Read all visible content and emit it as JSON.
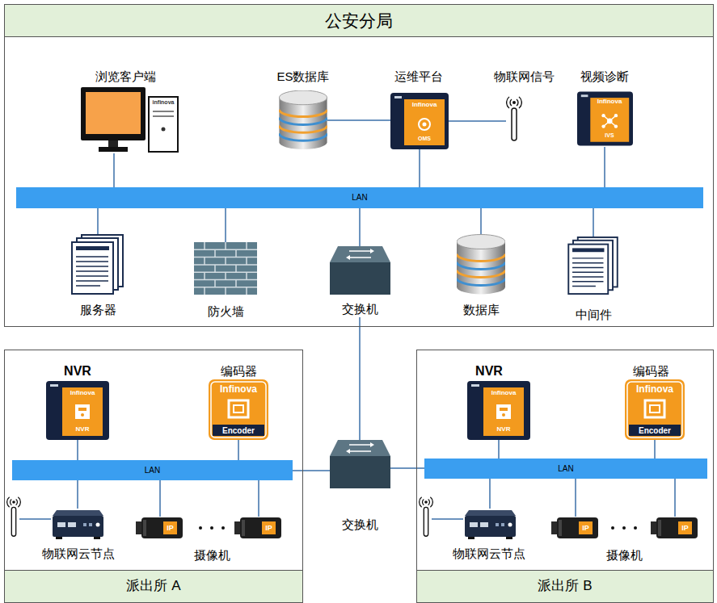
{
  "diagram": {
    "nodes": [
      {
        "text": [
          "公安分局"
        ]
      },
      {
        "text": [
          "浏览客户端",
          "infinova"
        ],
        "in": 0
      },
      {
        "text": [
          "ES数据库"
        ],
        "in": 0
      },
      {
        "text": [
          "运维平台",
          "Infinova",
          "OMS"
        ],
        "in": 0
      },
      {
        "text": [
          "物联网信号"
        ],
        "in": 0
      },
      {
        "text": [
          "视频诊断",
          "Infinova",
          "IVS"
        ],
        "in": 0
      },
      {
        "text": [
          "LAN"
        ],
        "in": 0
      },
      {
        "text": [
          "服务器"
        ],
        "in": 0
      },
      {
        "text": [
          "防火墙"
        ],
        "in": 0
      },
      {
        "text": [
          "交换机"
        ],
        "in": 0
      },
      {
        "text": [
          "数据库"
        ],
        "in": 0
      },
      {
        "text": [
          "中间件"
        ],
        "in": 0
      },
      {
        "text": [
          "派出所 A"
        ]
      },
      {
        "text": [
          "NVR",
          "Infinova",
          "NVR"
        ],
        "in": 12
      },
      {
        "text": [
          "编码器",
          "Infinova",
          "Encoder"
        ],
        "in": 12
      },
      {
        "text": [
          "LAN"
        ],
        "in": 12
      },
      {
        "text": [
          "物联网云节点"
        ],
        "in": 12
      },
      {
        "text": [
          "IP"
        ],
        "in": 12
      },
      {
        "text": [
          "IP"
        ],
        "in": 12
      },
      {
        "text": [
          "交换机"
        ]
      },
      {
        "text": [
          "派出所 B"
        ]
      },
      {
        "text": [
          "NVR",
          "Infinova",
          "NVR"
        ],
        "in": 20
      },
      {
        "text": [
          "编码器",
          "Infinova",
          "Encoder"
        ],
        "in": 20
      },
      {
        "text": [
          "LAN"
        ],
        "in": 20
      },
      {
        "text": [
          "物联网云节点"
        ],
        "in": 20
      },
      {
        "text": [
          "IP"
        ],
        "in": 20
      },
      {
        "text": [
          "IP"
        ],
        "in": 20
      }
    ],
    "edges": [
      {
        "from": 1,
        "to": 6,
        "arrow": "none"
      },
      {
        "from": 2,
        "to": 3,
        "arrow": "none"
      },
      {
        "from": 3,
        "to": 4,
        "arrow": "none"
      },
      {
        "from": 3,
        "to": 6,
        "arrow": "none"
      },
      {
        "from": 5,
        "to": 6,
        "arrow": "none"
      },
      {
        "from": 6,
        "to": 7,
        "arrow": "none"
      },
      {
        "from": 6,
        "to": 8,
        "arrow": "none"
      },
      {
        "from": 6,
        "to": 9,
        "arrow": "none"
      },
      {
        "from": 6,
        "to": 10,
        "arrow": "none"
      },
      {
        "from": 6,
        "to": 11,
        "arrow": "none"
      },
      {
        "from": 9,
        "to": 19,
        "arrow": "none"
      },
      {
        "from": 13,
        "to": 15,
        "arrow": "none"
      },
      {
        "from": 14,
        "to": 15,
        "arrow": "none"
      },
      {
        "from": 15,
        "to": 16,
        "arrow": "none"
      },
      {
        "from": 15,
        "to": 17,
        "arrow": "none"
      },
      {
        "from": 15,
        "to": 18,
        "arrow": "none"
      },
      {
        "from": 19,
        "to": 15,
        "arrow": "none"
      },
      {
        "from": 19,
        "to": 23,
        "arrow": "none"
      },
      {
        "from": 21,
        "to": 23,
        "arrow": "none"
      },
      {
        "from": 22,
        "to": 23,
        "arrow": "none"
      },
      {
        "from": 23,
        "to": 24,
        "arrow": "none"
      },
      {
        "from": 23,
        "to": 25,
        "arrow": "none"
      },
      {
        "from": 23,
        "to": 26,
        "arrow": "none"
      }
    ],
    "labels": [
      "摄像机",
      "摄像机"
    ]
  }
}
